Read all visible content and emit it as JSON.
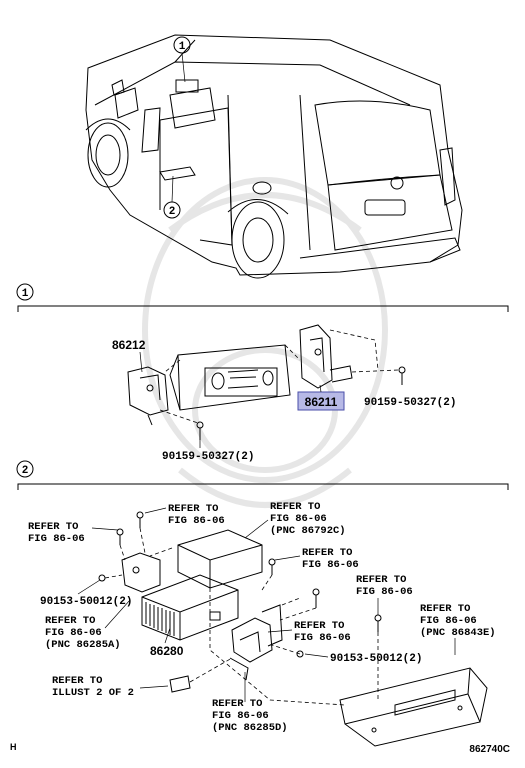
{
  "callouts": {
    "one": "1",
    "two": "2"
  },
  "sections": {
    "one_label": "1",
    "two_label": "2"
  },
  "parts": {
    "p86212": "86212",
    "p86211": "86211",
    "p90159_left": "90159-50327(2)",
    "p90159_right": "90159-50327(2)",
    "p86280": "86280",
    "p90153_left": "90153-50012(2)",
    "p90153_right": "90153-50012(2)"
  },
  "refs": {
    "r1_l1": "REFER TO",
    "r1_l2": "FIG 86-06",
    "r2_l1": "REFER TO",
    "r2_l2": "FIG 86-06",
    "r3_l1": "REFER TO",
    "r3_l2": "FIG 86-06",
    "r3_l3": "(PNC 86792C)",
    "r4_l1": "REFER TO",
    "r4_l2": "FIG 86-06",
    "r5_l1": "REFER TO",
    "r5_l2": "FIG 86-06",
    "r6_l1": "REFER TO",
    "r6_l2": "FIG 86-06",
    "r6_l3": "(PNC 86843E)",
    "r7_l1": "REFER TO",
    "r7_l2": "FIG 86-06",
    "r7_l3": "(PNC 86285A)",
    "r8_l1": "REFER TO",
    "r8_l2": "FIG 86-06",
    "r9_l1": "REFER TO",
    "r9_l2": "ILLUST 2 OF 2",
    "r10_l1": "REFER TO",
    "r10_l2": "FIG 86-06",
    "r10_l3": "(PNC 86285D)"
  },
  "footer": {
    "left_mark": "H",
    "figure_code": "862740C"
  },
  "colors": {
    "highlight_fill": "#b7b9e6",
    "highlight_stroke": "#4a4ea8",
    "watermark": "#e8e8e8"
  }
}
